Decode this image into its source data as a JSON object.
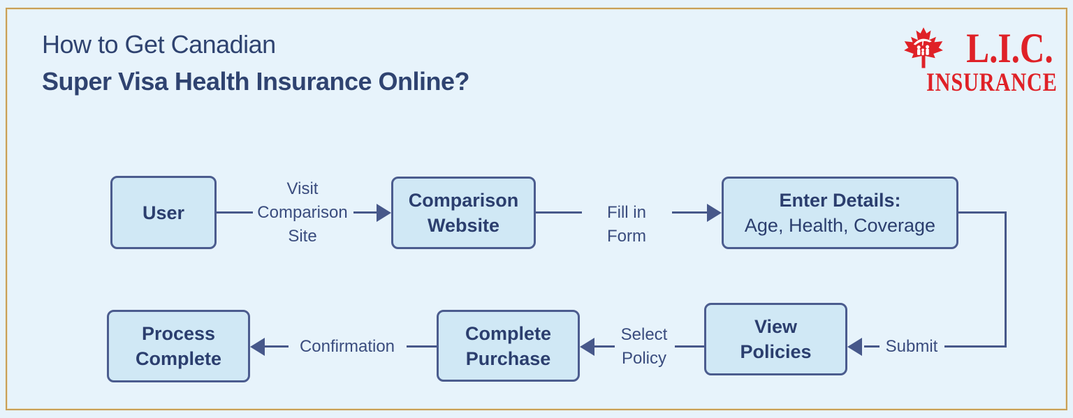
{
  "title": {
    "line1": "How to Get Canadian",
    "line2": "Super Visa Health Insurance Online?"
  },
  "logo": {
    "brand": "L.I.C.",
    "subtitle": "INSURANCE",
    "icon": "maple-leaf-family-umbrella-icon",
    "color": "#df2127"
  },
  "flow": {
    "nodes": [
      {
        "id": "user",
        "label": "User"
      },
      {
        "id": "comparison-website",
        "label": "Comparison\nWebsite"
      },
      {
        "id": "enter-details",
        "title": "Enter Details:",
        "subtitle": "Age, Health, Coverage"
      },
      {
        "id": "view-policies",
        "label": "View\nPolicies"
      },
      {
        "id": "complete-purchase",
        "label": "Complete\nPurchase"
      },
      {
        "id": "process-complete",
        "label": "Process\nComplete"
      }
    ],
    "edges": [
      {
        "from": "user",
        "to": "comparison-website",
        "label": "Visit\nComparison\nSite"
      },
      {
        "from": "comparison-website",
        "to": "enter-details",
        "label": "Fill in Form"
      },
      {
        "from": "enter-details",
        "to": "view-policies",
        "label": "Submit"
      },
      {
        "from": "view-policies",
        "to": "complete-purchase",
        "label": "Select\nPolicy"
      },
      {
        "from": "complete-purchase",
        "to": "process-complete",
        "label": "Confirmation"
      }
    ]
  },
  "colors": {
    "background": "#e7f3fb",
    "frame_gold": "#c9a057",
    "node_fill": "#d0e8f5",
    "node_border": "#4b5c8e",
    "node_text": "#2b3e6e",
    "edge": "#47588a",
    "edge_label": "#3a4c7e",
    "title_text": "#2f4370",
    "logo_red": "#df2127"
  }
}
